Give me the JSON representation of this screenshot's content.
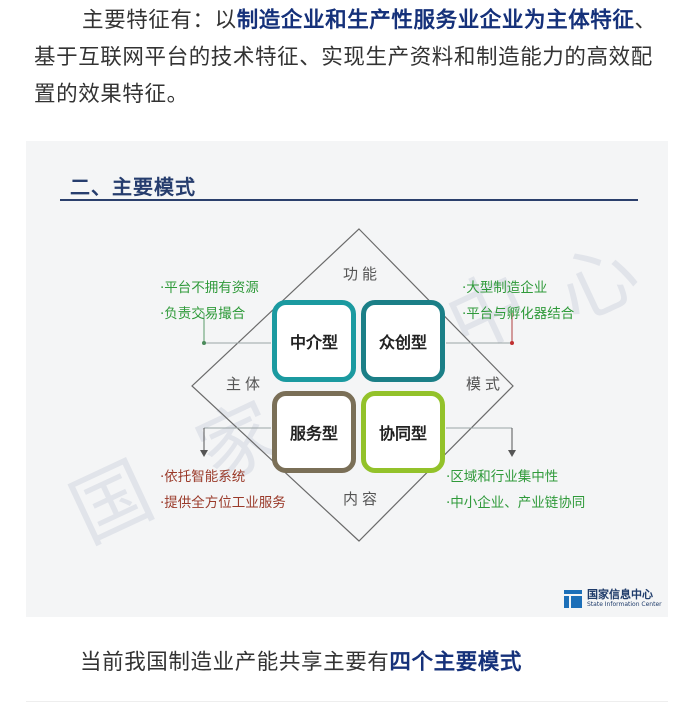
{
  "intro": {
    "text_before": "主要特征有：以",
    "text_bold": "制造企业和生产性服务业企业为主体特征",
    "text_after": "、基于互联网平台的技术特征、实现生产资料和制造能力的高效配置的效果特征。"
  },
  "figure": {
    "title": "二、主要模式",
    "watermark": [
      "国",
      "家",
      "中",
      "心"
    ],
    "axes": {
      "top": "功能",
      "left": "主体",
      "right": "模式",
      "bottom": "内容"
    },
    "boxes": [
      {
        "label": "中介型",
        "color": "#1b9aa0"
      },
      {
        "label": "众创型",
        "color": "#1b7f87"
      },
      {
        "label": "服务型",
        "color": "#7a6f57"
      },
      {
        "label": "协同型",
        "color": "#93c22a"
      }
    ],
    "bullets": {
      "top_left": [
        "·平台不拥有资源",
        "·负责交易撮合"
      ],
      "top_right": [
        "·大型制造企业",
        "·平台与孵化器结合"
      ],
      "bottom_left": [
        "·依托智能系统",
        "·提供全方位工业服务"
      ],
      "bottom_right": [
        "·区域和行业集中性",
        "·中小企业、产业链协同"
      ]
    },
    "colors": {
      "green_text": "#2f9a3a",
      "red_text": "#9a3a2a",
      "title": "#263d6e"
    },
    "logo": {
      "name": "国家信息中心",
      "subtitle": "State Information Center"
    }
  },
  "outro": {
    "text_before": "当前我国制造业产能共享主要有",
    "text_bold": "四个主要模式"
  }
}
